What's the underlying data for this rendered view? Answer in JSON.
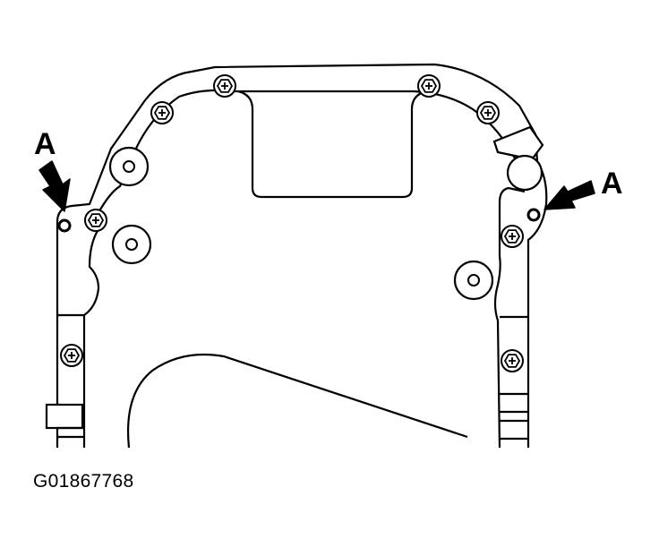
{
  "callouts": {
    "left_label": "A",
    "right_label": "A"
  },
  "figure_id": "G01867768",
  "colors": {
    "line": "#000000",
    "background": "#ffffff"
  },
  "icons": {
    "bolt": "hex-bolt-icon",
    "dowel": "dowel-pin-icon",
    "pointer": "arrow-icon"
  }
}
